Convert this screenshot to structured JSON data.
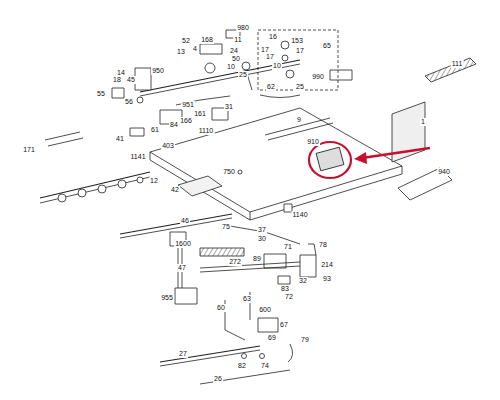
{
  "diagram": {
    "labels": [
      "980",
      "52",
      "168",
      "11",
      "4",
      "13",
      "24",
      "50",
      "10",
      "950",
      "25",
      "62",
      "16",
      "153",
      "17",
      "17",
      "17",
      "65",
      "10",
      "990",
      "25",
      "111",
      "14",
      "18",
      "45",
      "55",
      "56",
      "951",
      "161",
      "31",
      "166",
      "84",
      "1110",
      "61",
      "41",
      "171",
      "403",
      "9",
      "1",
      "910",
      "1141",
      "750",
      "12",
      "42",
      "940",
      "1140",
      "46",
      "75",
      "37",
      "30",
      "1600",
      "71",
      "78",
      "272",
      "89",
      "47",
      "32",
      "214",
      "93",
      "83",
      "72",
      "955",
      "63",
      "60",
      "600",
      "67",
      "69",
      "79",
      "27",
      "82",
      "74",
      "26"
    ]
  }
}
